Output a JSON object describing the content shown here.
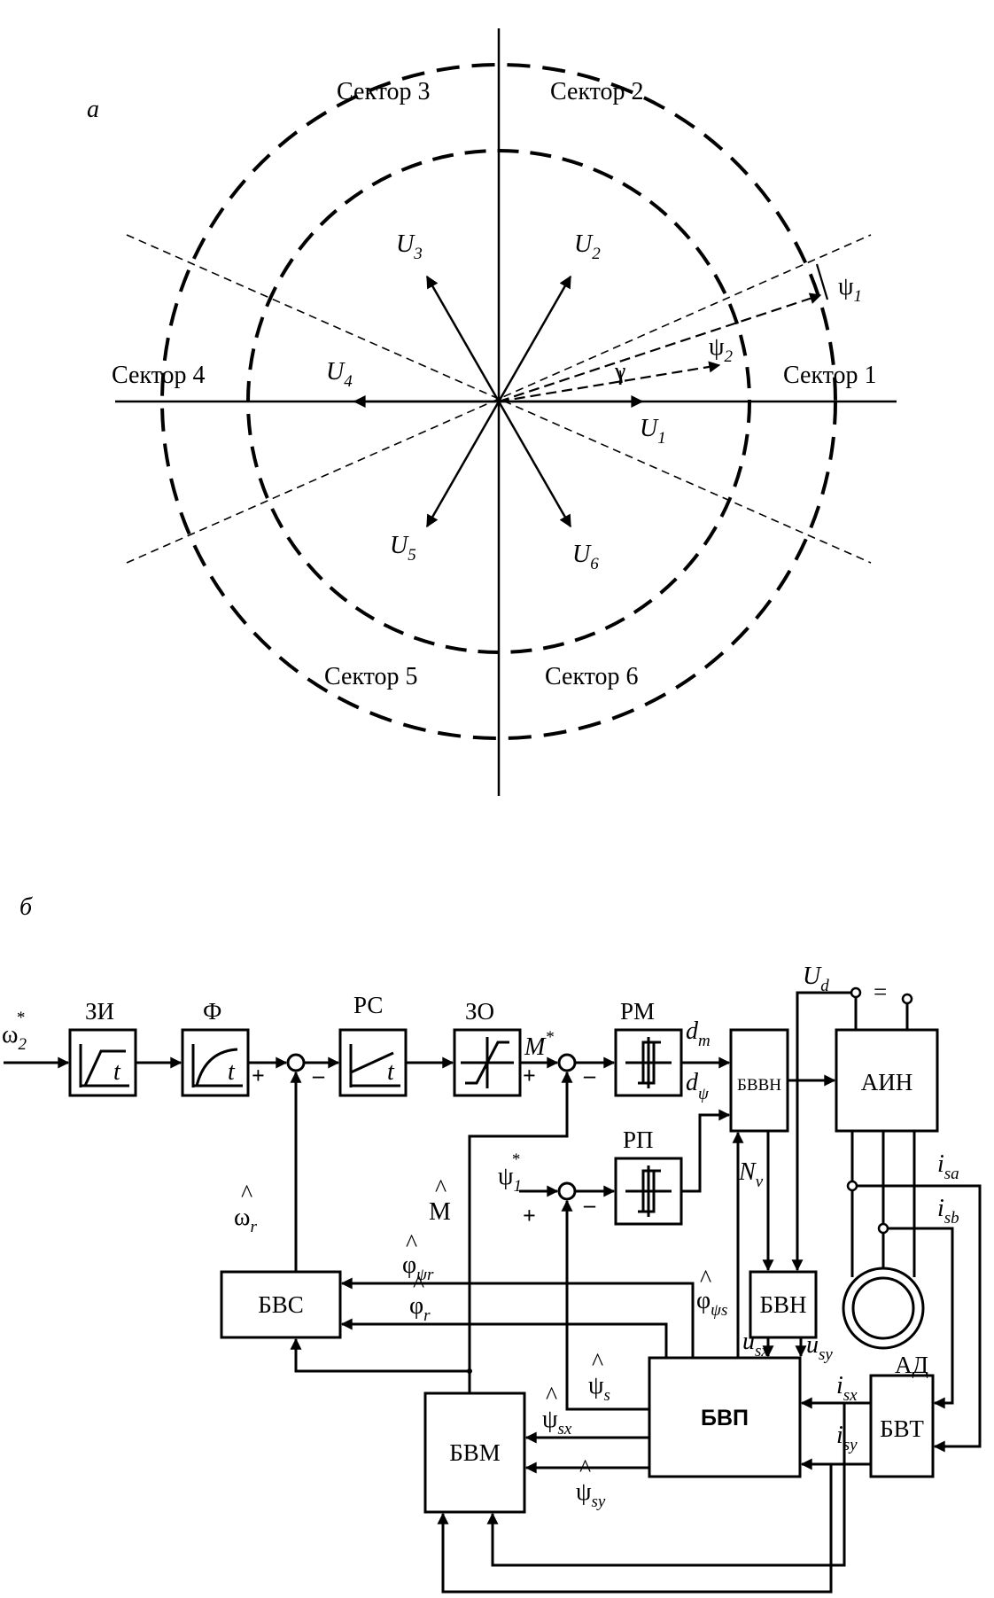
{
  "panel_a": {
    "panel_label": "а",
    "sectors": [
      "Сектор 1",
      "Сектор 2",
      "Сектор 3",
      "Сектор 4",
      "Сектор 5",
      "Сектор 6"
    ],
    "vectors": [
      {
        "sym": "U",
        "sub": "1"
      },
      {
        "sym": "U",
        "sub": "2"
      },
      {
        "sym": "U",
        "sub": "3"
      },
      {
        "sym": "U",
        "sub": "4"
      },
      {
        "sym": "U",
        "sub": "5"
      },
      {
        "sym": "U",
        "sub": "6"
      }
    ],
    "flux_1": {
      "sym": "ψ",
      "sub": "1"
    },
    "flux_2": {
      "sym": "ψ",
      "sub": "2"
    },
    "angle": "γ"
  },
  "panel_b": {
    "panel_label": "б",
    "blocks": {
      "zi": "ЗИ",
      "f": "Ф",
      "rs": "РС",
      "zo": "ЗО",
      "rm": "РМ",
      "rp": "РП",
      "bvvn": "БВВН",
      "ain": "АИН",
      "bvn": "БВН",
      "bvs": "БВС",
      "bvm": "БВМ",
      "bvp": "БВП",
      "bvt": "БВТ",
      "ad": "АД"
    },
    "signals": {
      "omega_ref": {
        "sym": "ω",
        "sub": "2",
        "sup": "*"
      },
      "omega_est": {
        "sym": "ω",
        "sub": "r"
      },
      "torque_ref": {
        "sym": "M",
        "sup": "*"
      },
      "torque_est": {
        "sym": "M"
      },
      "flux_ref": {
        "sym": "ψ",
        "sub": "1",
        "sup": "*"
      },
      "d_m": {
        "sym": "d",
        "sub": "m"
      },
      "d_psi": {
        "sym": "d",
        "sub": "ψ"
      },
      "u_d": {
        "sym": "U",
        "sub": "d"
      },
      "dc_symbol": "=",
      "n_v": {
        "sym": "N",
        "sub": "v"
      },
      "u_sx": {
        "sym": "u",
        "sub": "sx"
      },
      "u_sy": {
        "sym": "u",
        "sub": "sy"
      },
      "i_sa": {
        "sym": "i",
        "sub": "sa"
      },
      "i_sb": {
        "sym": "i",
        "sub": "sb"
      },
      "i_sx": {
        "sym": "i",
        "sub": "sx"
      },
      "i_sy": {
        "sym": "i",
        "sub": "sy"
      },
      "phi_psi_r": {
        "sym": "φ",
        "sub": "ψr"
      },
      "phi_r": {
        "sym": "φ",
        "sub": "r"
      },
      "phi_psi_s": {
        "sym": "φ",
        "sub": "ψs"
      },
      "psi_s": {
        "sym": "ψ",
        "sub": "s"
      },
      "psi_sx": {
        "sym": "ψ",
        "sub": "sx"
      },
      "psi_sy": {
        "sym": "ψ",
        "sub": "sy"
      }
    },
    "signs": {
      "plus": "+",
      "minus": "–"
    },
    "blocks_t": "t"
  }
}
